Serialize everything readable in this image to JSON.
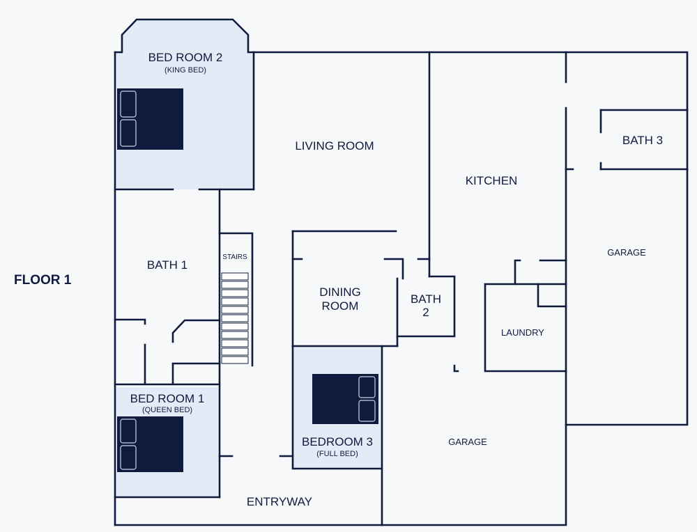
{
  "floor_label": "FLOOR 1",
  "rooms": {
    "bedroom2": {
      "name": "BED ROOM 2",
      "note": "(KING BED)"
    },
    "living": {
      "name": "LIVING ROOM"
    },
    "kitchen": {
      "name": "KITCHEN"
    },
    "bath3": {
      "name": "BATH 3"
    },
    "garage_right": {
      "name": "GARAGE"
    },
    "bath1": {
      "name": "BATH 1"
    },
    "stairs": {
      "name": "STAIRS"
    },
    "dining": {
      "line1": "DINING",
      "line2": "ROOM"
    },
    "bath2": {
      "line1": "BATH",
      "line2": "2"
    },
    "laundry": {
      "name": "LAUNDRY"
    },
    "bedroom1": {
      "name": "BED ROOM 1",
      "note": "(QUEEN BED)"
    },
    "bedroom3": {
      "name": "BEDROOM 3",
      "note": "(FULL BED)"
    },
    "garage_bottom": {
      "name": "GARAGE"
    },
    "entryway": {
      "name": "ENTRYWAY"
    }
  },
  "colors": {
    "wall": "#0f1b3d",
    "bedroom_fill": "#e3ebf7",
    "bed_fill": "#0f1b3d",
    "pillow_stroke": "#c9d3e6",
    "background": "#f7f8fa"
  },
  "icons": [
    "bed-icon",
    "stairs-icon"
  ]
}
